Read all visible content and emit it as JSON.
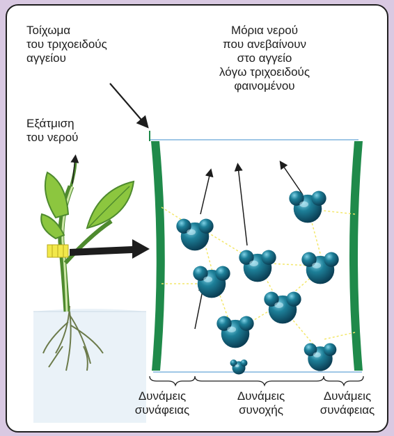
{
  "labels": {
    "wall": [
      "Τοίχωμα",
      "του τριχοειδούς",
      "αγγείου"
    ],
    "molecules": [
      "Μόρια νερού",
      "που ανεβαίνουν",
      "στο αγγείο",
      "λόγω τριχοειδούς",
      "φαινομένου"
    ],
    "evaporation": [
      "Εξάτμιση",
      "του νερού"
    ],
    "adhesion_left": [
      "Δυνάμεις",
      "συνάφειας"
    ],
    "cohesion": [
      "Δυνάμεις",
      "συνοχής"
    ],
    "adhesion_right": [
      "Δυνάμεις",
      "συνάφειας"
    ]
  },
  "colors": {
    "background": "#d9c9e2",
    "tube_wall": "#1f8a4a",
    "leaf": "#8cc63f",
    "molecule": "#1a6f86",
    "bond": "#f3e76b",
    "water_surface": "#9fc7e6",
    "clamp": "#f2e84a"
  },
  "icons": [
    "plant-icon",
    "water-molecule-icon",
    "arrow-icon"
  ]
}
